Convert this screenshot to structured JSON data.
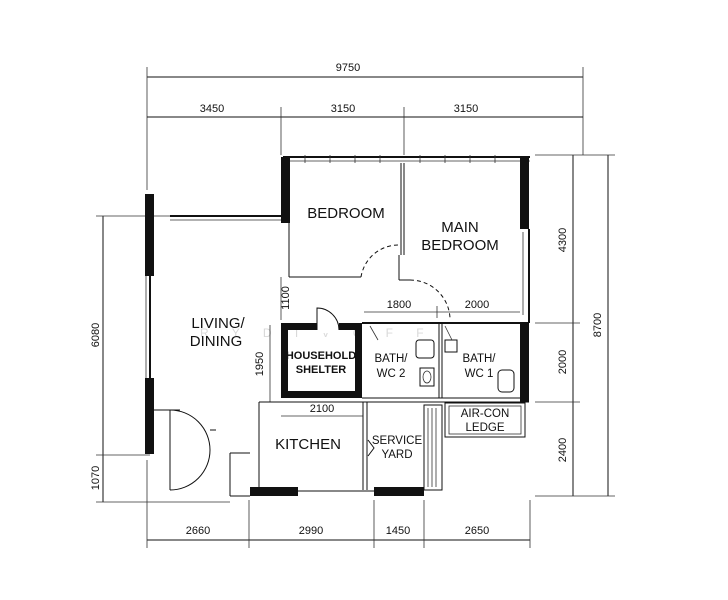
{
  "dimensions": {
    "top_total": "9750",
    "top_segments": [
      "3450",
      "3150",
      "3150"
    ],
    "bottom_segments": [
      "2660",
      "2990",
      "1450",
      "2650"
    ],
    "left_upper": "6080",
    "left_lower": "1070",
    "right_total": "8700",
    "right_segments": [
      "4300",
      "2000",
      "2400"
    ],
    "interior_1100": "1100",
    "interior_1800": "1800",
    "interior_2000": "2000",
    "interior_1950": "1950",
    "interior_2100": "2100"
  },
  "rooms": {
    "bedroom": "BEDROOM",
    "main_bedroom_line1": "MAIN",
    "main_bedroom_line2": "BEDROOM",
    "living_line1": "LIVING/",
    "living_line2": "DINING",
    "shelter_line1": "HOUSEHOLD",
    "shelter_line2": "SHELTER",
    "bath2_line1": "BATH/",
    "bath2_line2": "WC 2",
    "bath1_line1": "BATH/",
    "bath1_line2": "WC 1",
    "aircon_line1": "AIR-CON",
    "aircon_line2": "LEDGE",
    "kitchen": "KITCHEN",
    "service_line1": "SERVICE",
    "service_line2": "YARD"
  },
  "watermark": "R Y D I   V   O F F"
}
